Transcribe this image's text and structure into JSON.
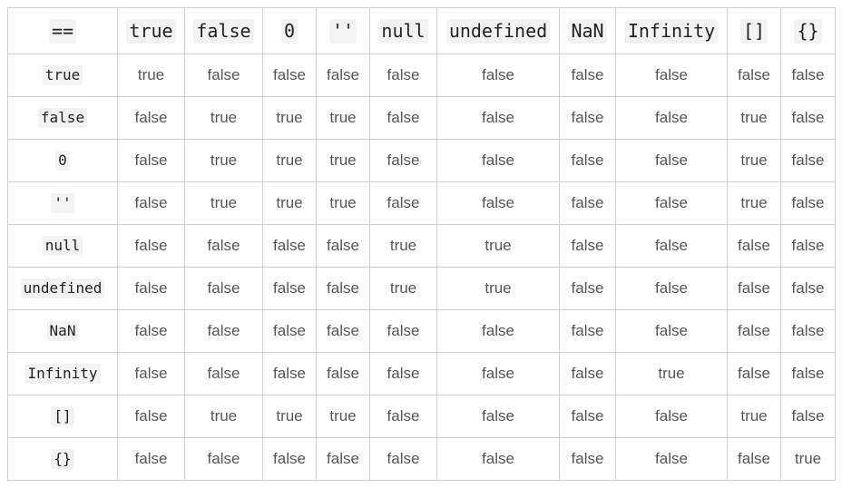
{
  "table": {
    "corner": "==",
    "columns": [
      "true",
      "false",
      "0",
      "''",
      "null",
      "undefined",
      "NaN",
      "Infinity",
      "[]",
      "{}"
    ],
    "rows": [
      {
        "header": "true",
        "cells": [
          "true",
          "false",
          "false",
          "false",
          "false",
          "false",
          "false",
          "false",
          "false",
          "false"
        ]
      },
      {
        "header": "false",
        "cells": [
          "false",
          "true",
          "true",
          "true",
          "false",
          "false",
          "false",
          "false",
          "true",
          "false"
        ]
      },
      {
        "header": "0",
        "cells": [
          "false",
          "true",
          "true",
          "true",
          "false",
          "false",
          "false",
          "false",
          "true",
          "false"
        ]
      },
      {
        "header": "''",
        "cells": [
          "false",
          "true",
          "true",
          "true",
          "false",
          "false",
          "false",
          "false",
          "true",
          "false"
        ]
      },
      {
        "header": "null",
        "cells": [
          "false",
          "false",
          "false",
          "false",
          "true",
          "true",
          "false",
          "false",
          "false",
          "false"
        ]
      },
      {
        "header": "undefined",
        "cells": [
          "false",
          "false",
          "false",
          "false",
          "true",
          "true",
          "false",
          "false",
          "false",
          "false"
        ]
      },
      {
        "header": "NaN",
        "cells": [
          "false",
          "false",
          "false",
          "false",
          "false",
          "false",
          "false",
          "false",
          "false",
          "false"
        ]
      },
      {
        "header": "Infinity",
        "cells": [
          "false",
          "false",
          "false",
          "false",
          "false",
          "false",
          "false",
          "true",
          "false",
          "false"
        ]
      },
      {
        "header": "[]",
        "cells": [
          "false",
          "true",
          "true",
          "true",
          "false",
          "false",
          "false",
          "false",
          "true",
          "false"
        ]
      },
      {
        "header": "{}",
        "cells": [
          "false",
          "false",
          "false",
          "false",
          "false",
          "false",
          "false",
          "false",
          "false",
          "true"
        ]
      }
    ]
  }
}
